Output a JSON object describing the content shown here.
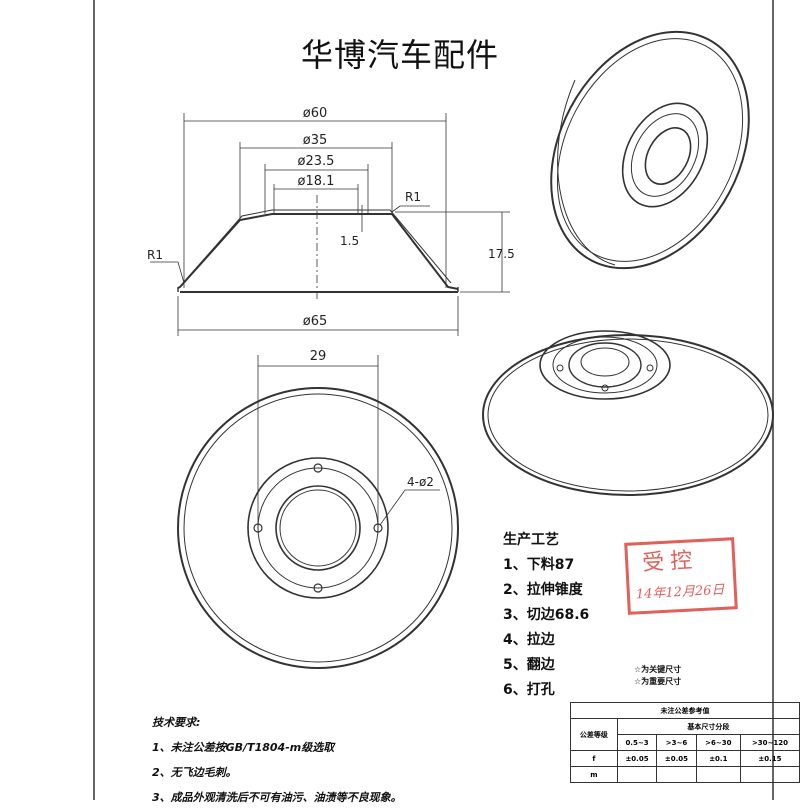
{
  "title": "华博汽车配件",
  "dimensions": {
    "d60": "ø60",
    "d35": "ø35",
    "d23_5": "ø23.5",
    "d18_1": "ø18.1",
    "r1_top": "R1",
    "r1_left": "R1",
    "h1_5": "1.5",
    "h17_5": "17.5",
    "d65": "ø65",
    "w29": "29",
    "holes": "4-ø2"
  },
  "process": {
    "heading": "生产工艺",
    "steps": [
      "1、下料87",
      "2、拉伸锥度",
      "3、切边68.6",
      "4、拉边",
      "5、翻边",
      "6、打孔"
    ]
  },
  "stamp": {
    "text": "受控",
    "date": "14年12月26日"
  },
  "legend": [
    "☆为关键尺寸",
    "☆为重要尺寸"
  ],
  "notes": {
    "heading": "技术要求:",
    "items": [
      "1、未注公差按GB/T1804-m级选取",
      "2、无飞边毛刺。",
      "3、成品外观清洗后不可有油污、油渍等不良现象。"
    ]
  },
  "tolerance": {
    "title": "未注公差参考值",
    "subtitle": "基本尺寸分段",
    "row_label": "公差等级",
    "ranges": [
      "0.5~3",
      ">3~6",
      ">6~30",
      ">30~120"
    ],
    "f_label": "f",
    "f_values": [
      "±0.05",
      "±0.05",
      "±0.1",
      "±0.15"
    ],
    "m_label": "m"
  }
}
